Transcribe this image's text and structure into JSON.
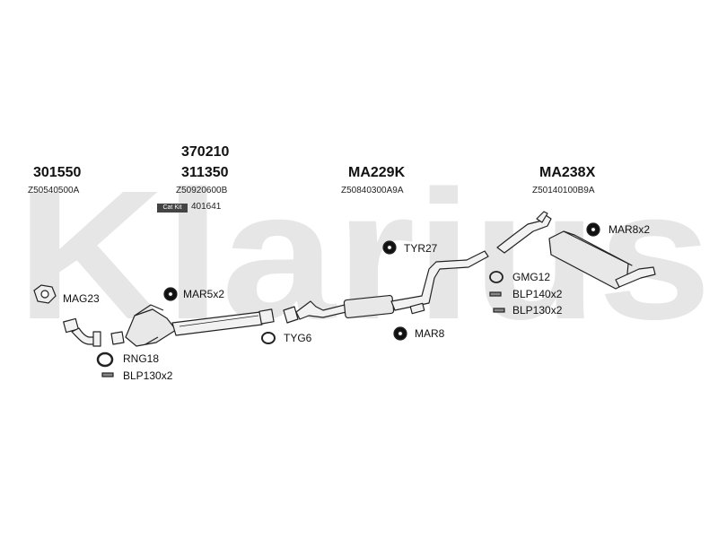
{
  "watermark": {
    "text": "Klarius"
  },
  "groups": [
    {
      "part": "301550",
      "ref": "Z50540500A"
    },
    {
      "part_top": "370210",
      "part": "311350",
      "ref": "Z50920600B"
    },
    {
      "part": "MA229K",
      "ref": "Z50840300A9A"
    },
    {
      "part": "MA238X",
      "ref": "Z50140100B9A"
    }
  ],
  "cat_kit": {
    "badge": "Cat Kit",
    "number": "401641"
  },
  "labels": {
    "mag23": "MAG23",
    "mar5x2": "MAR5x2",
    "rng18": "RNG18",
    "blp130x2_left": "BLP130x2",
    "tyg6": "TYG6",
    "tyr27": "TYR27",
    "mar8": "MAR8",
    "mar8x2": "MAR8x2",
    "gmg12": "GMG12",
    "blp140x2": "BLP140x2",
    "blp130x2_right": "BLP130x2"
  },
  "colors": {
    "watermark": "#e6e6e6",
    "line": "#222222",
    "part_fill": "#f2f2f2",
    "dark": "#111111"
  }
}
